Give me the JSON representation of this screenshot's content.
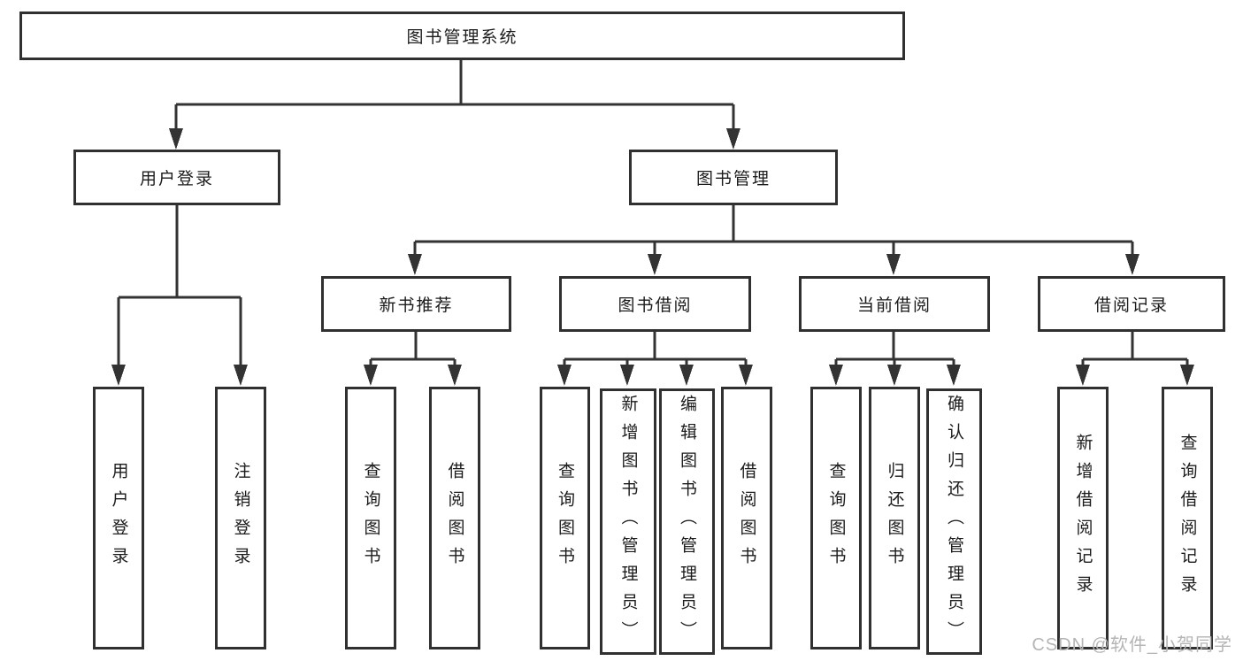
{
  "diagram": {
    "root": "图书管理系统",
    "level2": {
      "user_login": "用户登录",
      "book_mgmt": "图书管理"
    },
    "level3": {
      "new_books": "新书推荐",
      "book_borrow": "图书借阅",
      "current_borrow": "当前借阅",
      "borrow_records": "借阅记录"
    },
    "leaves": {
      "user_login": [
        "用户登录",
        "注销登录"
      ],
      "new_books": [
        "查询图书",
        "借阅图书"
      ],
      "book_borrow": [
        "查询图书",
        "新增图书（管理员）",
        "编辑图书（管理员）",
        "借阅图书"
      ],
      "current_borrow": [
        "查询图书",
        "归还图书",
        "确认归还（管理员）"
      ],
      "borrow_records": [
        "新增借阅记录",
        "查询借阅记录"
      ]
    }
  },
  "watermark": "CSDN @软件_小贺同学",
  "colors": {
    "line": "#333333",
    "box_border": "#303031",
    "text": "#1b1b1b",
    "background": "#ffffff",
    "watermark": "#b5b5b5"
  }
}
